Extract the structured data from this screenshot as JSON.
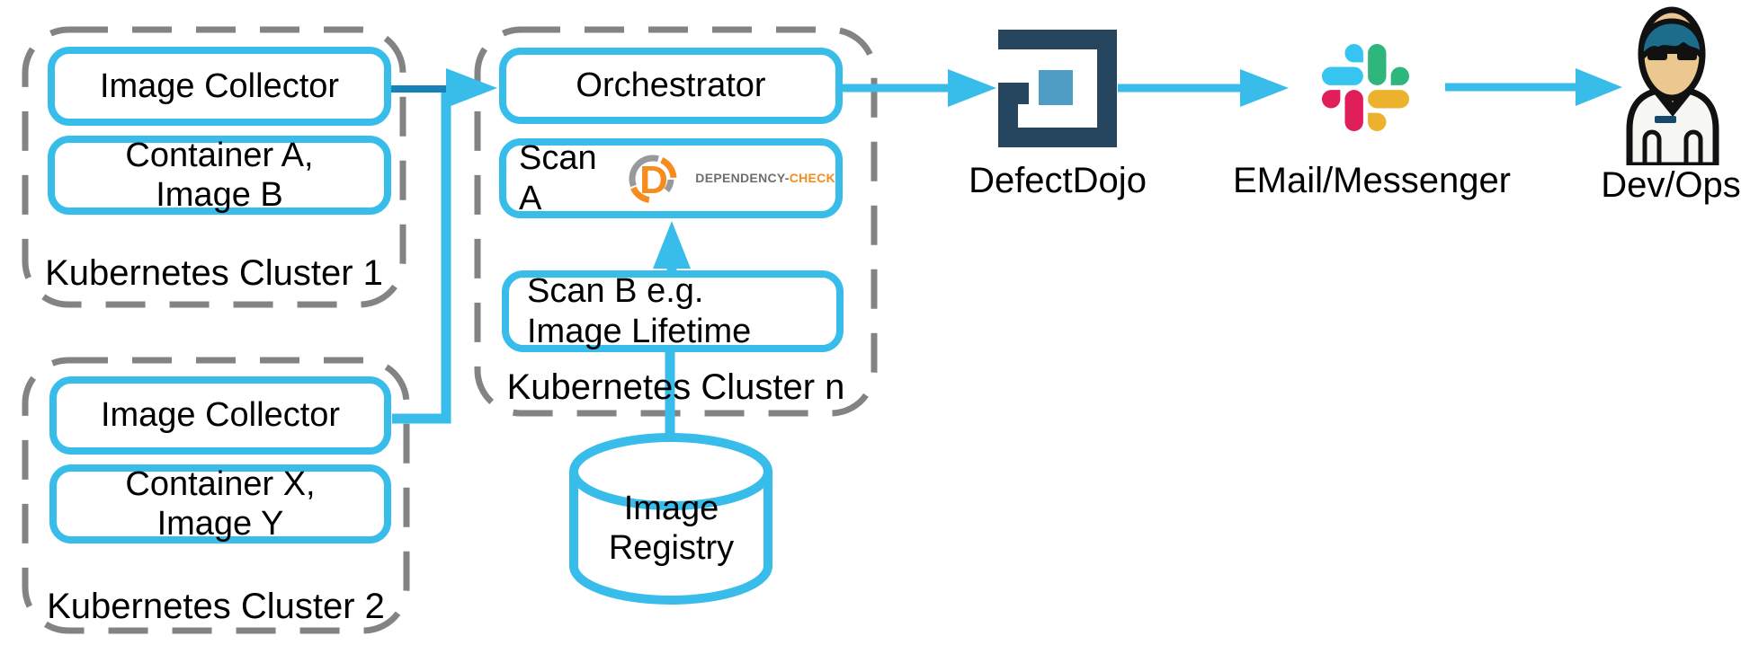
{
  "clusters": [
    {
      "label": "Kubernetes Cluster 1",
      "nodes": [
        {
          "label": "Image Collector"
        },
        {
          "label": "Container A,\nImage B"
        }
      ]
    },
    {
      "label": "Kubernetes Cluster 2",
      "nodes": [
        {
          "label": "Image Collector"
        },
        {
          "label": "Container X,\nImage Y"
        }
      ]
    },
    {
      "label": "Kubernetes Cluster n",
      "nodes": [
        {
          "label": "Orchestrator"
        },
        {
          "label": "Scan A"
        },
        {
          "label": "Scan B e.g.\nImage Lifetime"
        }
      ]
    }
  ],
  "dependency_check": {
    "letter": "D",
    "brand_gray": "DEPENDENCY-",
    "brand_orange": "CHECK"
  },
  "registry": {
    "label": "Image\nRegistry"
  },
  "endpoints": {
    "defectdojo_label": "DefectDojo",
    "messenger_label": "EMail/Messenger",
    "devops_label": "Dev/Ops"
  },
  "icons": {
    "defectdojo_logo": "square-spiral-logo",
    "slack_logo": "slack-hash-logo",
    "dependency_check_logo": "segmented-circle-d-logo",
    "image_registry": "database-cylinder",
    "devops_person": "person-with-sunglasses-avatar"
  },
  "colors": {
    "node_border": "#38bcea",
    "connector": "#38bcea",
    "connector_dark": "#1583b8",
    "cluster_border": "#838383",
    "defectdojo_navy": "#26455e",
    "defectdojo_square": "#4f9cc4",
    "slack_blue": "#36c5f0",
    "slack_green": "#2eb67d",
    "slack_yellow": "#ecb22e",
    "slack_red": "#e01e5a",
    "dc_orange": "#f68c1e",
    "dc_gray": "#97999c",
    "dc_gray_text": "#6d6e71",
    "devops_hair": "#1c6c8c",
    "devops_skin": "#ebc88f",
    "devops_shirt": "#f7f7f4",
    "devops_pocket": "#17496b"
  }
}
